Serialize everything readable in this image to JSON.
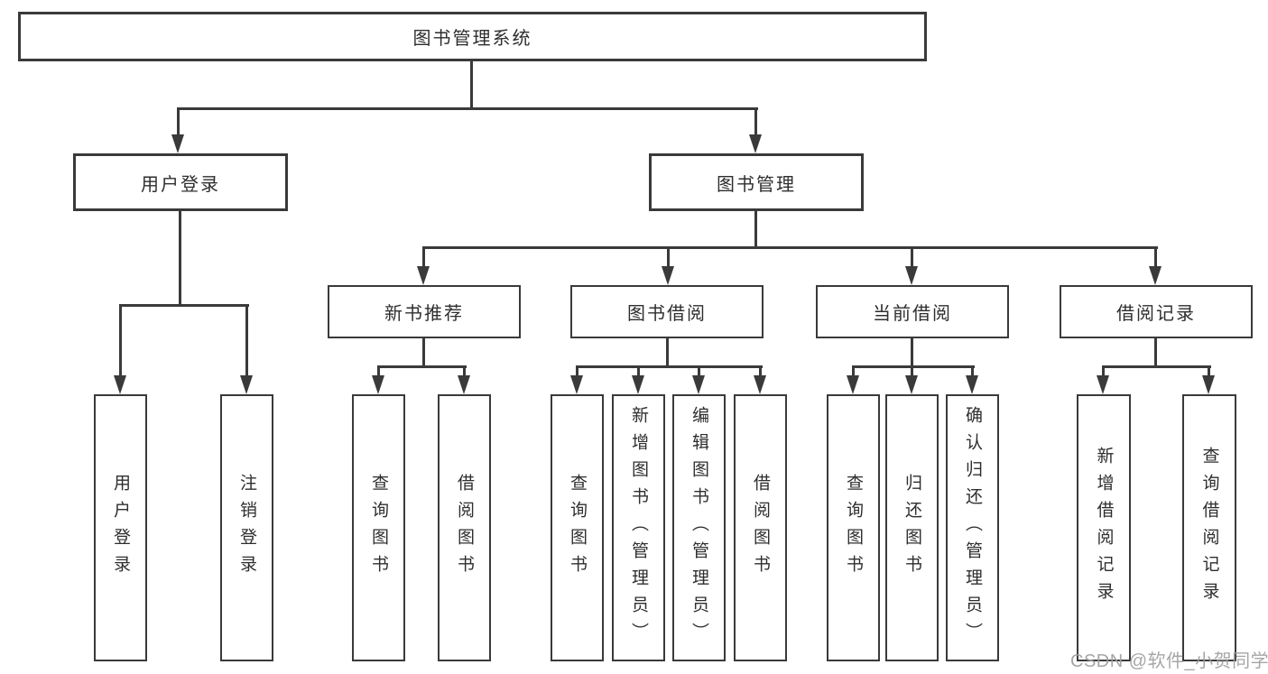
{
  "colors": {
    "line": "#3a3a3a",
    "text": "#2e2e2e",
    "watermark": "#9f9f9f",
    "background": "#ffffff"
  },
  "watermark": "CSDN @软件_小贺同学",
  "tree": {
    "root": {
      "label": "图书管理系统"
    },
    "branches": [
      {
        "label": "用户登录",
        "children": [
          "用户登录",
          "注销登录"
        ]
      },
      {
        "label": "图书管理",
        "groups": [
          {
            "label": "新书推荐",
            "children": [
              "查询图书",
              "借阅图书"
            ]
          },
          {
            "label": "图书借阅",
            "children": [
              "查询图书",
              "新增图书（管理员）",
              "编辑图书（管理员）",
              "借阅图书"
            ]
          },
          {
            "label": "当前借阅",
            "children": [
              "查询图书",
              "归还图书",
              "确认归还（管理员）"
            ]
          },
          {
            "label": "借阅记录",
            "children": [
              "新增借阅记录",
              "查询借阅记录"
            ]
          }
        ]
      }
    ]
  }
}
